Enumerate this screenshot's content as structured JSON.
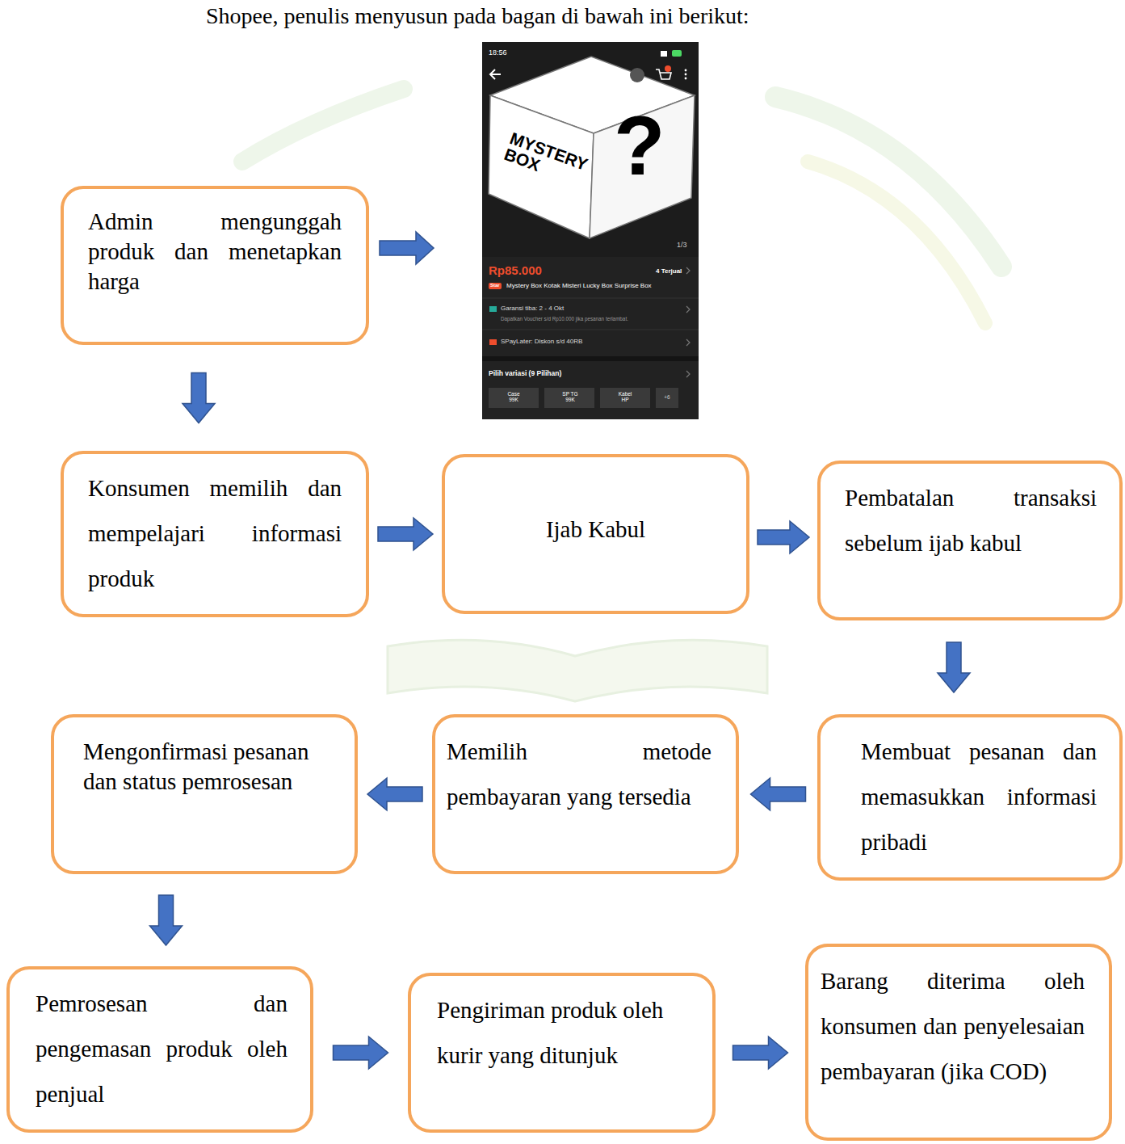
{
  "diagram": {
    "nodes": [
      {
        "text": [
          "Admin mengunggah produk dan menetapkan harga"
        ]
      },
      {
        "text": [
          "Konsumen memilih dan mempelajari informasi produk"
        ]
      },
      {
        "text": [
          "Ijab Kabul"
        ]
      },
      {
        "text": [
          "Pembatalan transaksi sebelum ijab kabul"
        ]
      },
      {
        "text": [
          "Mengonfirmasi pesanan dan status pemrosesan"
        ]
      },
      {
        "text": [
          "Memilih metode pembayaran yang tersedia"
        ]
      },
      {
        "text": [
          "Membuat pesanan dan memasukkan informasi pribadi"
        ]
      },
      {
        "text": [
          "Pemrosesan dan pengemasan produk oleh penjual"
        ]
      },
      {
        "text": [
          "Pengiriman produk oleh kurir yang ditunjuk"
        ]
      },
      {
        "text": [
          "Barang diterima oleh konsumen dan penyelesaian pembayaran (jika COD)"
        ]
      }
    ],
    "edges": [
      {
        "from": 0,
        "to": 1,
        "arrow": "to"
      },
      {
        "from": 1,
        "to": 2,
        "arrow": "to"
      },
      {
        "from": 2,
        "to": 3,
        "arrow": "to"
      },
      {
        "from": 3,
        "to": 6,
        "arrow": "to"
      },
      {
        "from": 6,
        "to": 5,
        "arrow": "to"
      },
      {
        "from": 5,
        "to": 4,
        "arrow": "to"
      },
      {
        "from": 4,
        "to": 7,
        "arrow": "to"
      },
      {
        "from": 7,
        "to": 8,
        "arrow": "to"
      },
      {
        "from": 8,
        "to": 9,
        "arrow": "to"
      }
    ],
    "labels": [
      "Shopee, penulis menyusun pada bagan di bawah ini berikut:",
      "18:56",
      "MYSTERY BOX",
      "?",
      "1/3",
      "Rp85.000",
      "4 Terjual",
      "Star",
      "Mystery Box Kotak Misteri Lucky Box Surprise Box",
      "Garansi tiba: 2 - 4 Okt",
      "Dapatkan Voucher s/d Rp10.000 jika pesanan terlambat.",
      "SPayLater: Diskon s/d 40RB",
      "Pilih variasi (9 Pilihan)",
      "Case 99K",
      "SP TG 99K",
      "Kabel HP",
      "+6"
    ]
  }
}
